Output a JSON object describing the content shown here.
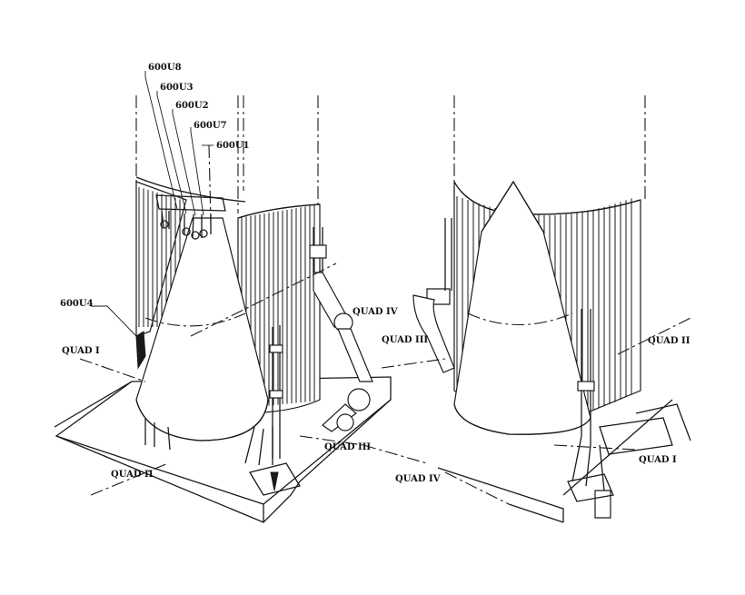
{
  "figure": {
    "callouts": [
      {
        "id": "600U8",
        "label": "600U8"
      },
      {
        "id": "600U3",
        "label": "600U3"
      },
      {
        "id": "600U2",
        "label": "600U2"
      },
      {
        "id": "600U7",
        "label": "600U7"
      },
      {
        "id": "600U1",
        "label": "600U1"
      },
      {
        "id": "600U4",
        "label": "600U4"
      }
    ],
    "quadrants": {
      "left": {
        "quad_i": "QUAD I",
        "quad_ii": "QUAD II",
        "quad_iii": "QUAD III",
        "quad_iv": "QUAD IV"
      },
      "right": {
        "quad_i": "QUAD I",
        "quad_ii": "QUAD II",
        "quad_iii": "QUAD III",
        "quad_iv": "QUAD IV"
      }
    }
  }
}
